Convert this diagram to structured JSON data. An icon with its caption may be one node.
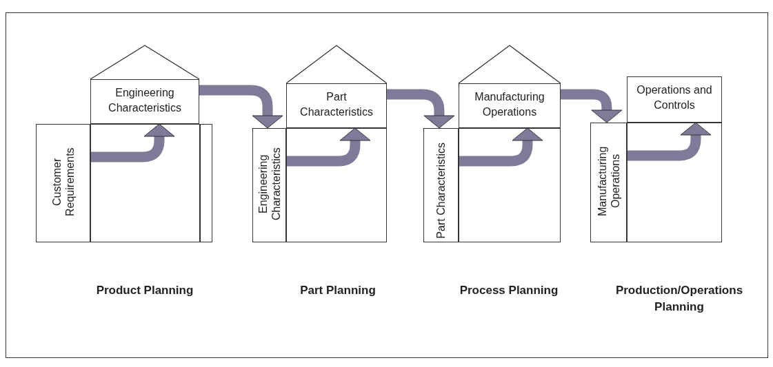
{
  "diagram": {
    "nodes": [
      {
        "text": [],
        "shape": "triangle"
      },
      {
        "text": [
          "Engineering Characteristics"
        ]
      },
      {
        "text": [
          "Customer Requirements"
        ]
      },
      {
        "text": [],
        "shape": "box"
      },
      {
        "text": [],
        "shape": "box"
      },
      {
        "text": [],
        "shape": "triangle"
      },
      {
        "text": [
          "Part Characteristics"
        ]
      },
      {
        "text": [
          "Engineering Characteristics"
        ]
      },
      {
        "text": [],
        "shape": "box"
      },
      {
        "text": [],
        "shape": "triangle"
      },
      {
        "text": [
          "Manufacturing Operations"
        ]
      },
      {
        "text": [
          "Part Characteristics"
        ]
      },
      {
        "text": [],
        "shape": "box"
      },
      {
        "text": [
          "Operations and Controls"
        ]
      },
      {
        "text": [
          "Manufacturing Operations"
        ]
      },
      {
        "text": [],
        "shape": "box"
      }
    ],
    "edges": [
      {
        "from": 1,
        "to": 7,
        "arrow": "to"
      },
      {
        "from": 6,
        "to": 11,
        "arrow": "to"
      },
      {
        "from": 10,
        "to": 14,
        "arrow": "to"
      },
      {
        "from": 2,
        "to": 3,
        "arrow": "to"
      },
      {
        "from": 7,
        "to": 8,
        "arrow": "to"
      },
      {
        "from": 11,
        "to": 12,
        "arrow": "to"
      },
      {
        "from": 14,
        "to": 15,
        "arrow": "to"
      }
    ],
    "labels": [
      "Product Planning",
      "Part Planning",
      "Process Planning",
      "Production/Operations Planning"
    ]
  }
}
